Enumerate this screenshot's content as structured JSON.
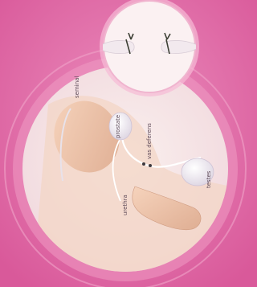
{
  "colors": {
    "background": "#e06ca8",
    "ring": "#f3b6d2",
    "circle_fill": "#f7e4e6",
    "skin": "#f2c9ae",
    "skin_shadow": "#dba88d",
    "organ": "#f4eef4",
    "duct": "#e9e3ea"
  },
  "labels": {
    "seminal": "seminal",
    "prostate": "prostate",
    "vas_deferens": "vas deferens",
    "testes": "testes",
    "urethra": "urethra"
  }
}
